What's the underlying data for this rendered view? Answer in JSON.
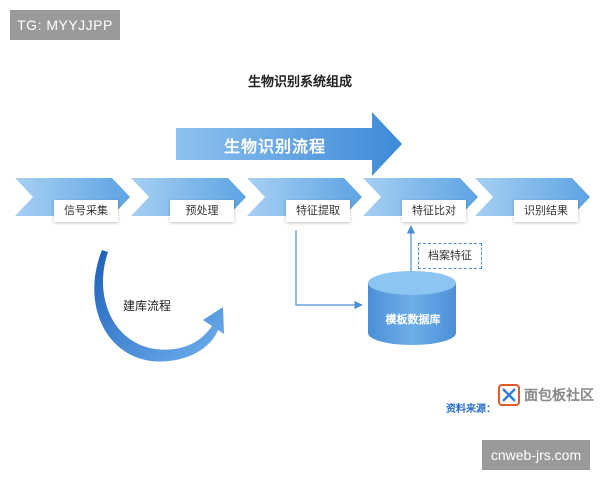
{
  "watermarks": {
    "top": "TG: MYYJJPP",
    "bottom": "cnweb-jrs.com"
  },
  "title": "生物识别系统组成",
  "banner": "生物识别流程",
  "steps": [
    "信号采集",
    "预处理",
    "特征提取",
    "特征比对",
    "识别结果"
  ],
  "archive": "档案特征",
  "database": "模板数据库",
  "loop": "建库流程",
  "source": "资料来源：",
  "logo": "面包板社区",
  "colors": {
    "primary": "#4a90d9",
    "light": "#9cc8f0",
    "accent": "#2b6fc9"
  }
}
